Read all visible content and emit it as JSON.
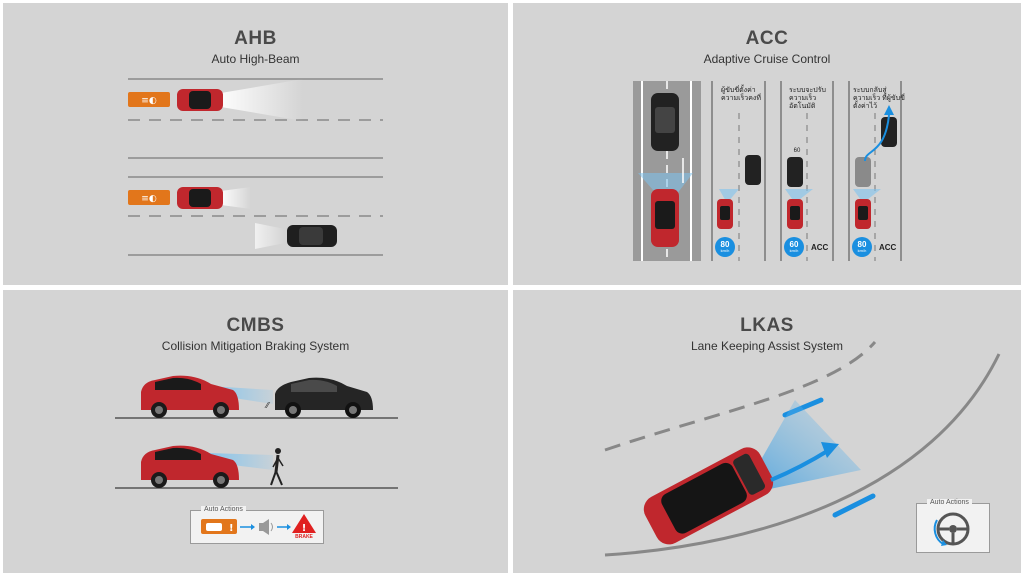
{
  "panels": {
    "ahb": {
      "title": "AHB",
      "subtitle": "Auto High-Beam"
    },
    "acc": {
      "title": "ACC",
      "subtitle": "Adaptive Cruise Control",
      "captions": [
        "ผู้ขับขี่ตั้งค่า ความเร็วคงที่",
        "ระบบจะปรับ ความเร็วอัตโนมัติ",
        "ระบบกลับสู่ความเร็ว ที่ผู้ขับขี่ตั้งค่าไว้"
      ],
      "acc_label": "ACC",
      "speed_value": "80",
      "speed_reduced": "60",
      "speed_unit": "km/h"
    },
    "cmbs": {
      "title": "CMBS",
      "subtitle": "Collision Mitigation Braking System",
      "auto_actions_label": "Auto Actions",
      "brake_label": "BRAKE"
    },
    "lkas": {
      "title": "LKAS",
      "subtitle": "Lane Keeping Assist System",
      "auto_actions_label": "Auto Actions"
    }
  },
  "colors": {
    "panel_bg": "#d4d4d4",
    "accent_blue": "#1a8fe0",
    "car_red": "#c0272d",
    "indicator_orange": "#e2761b",
    "warning_red": "#e02020"
  },
  "icons": [
    "headlight-indicator-icon",
    "speaker-icon",
    "brake-warning-icon",
    "steering-wheel-icon",
    "arrow-icon"
  ]
}
